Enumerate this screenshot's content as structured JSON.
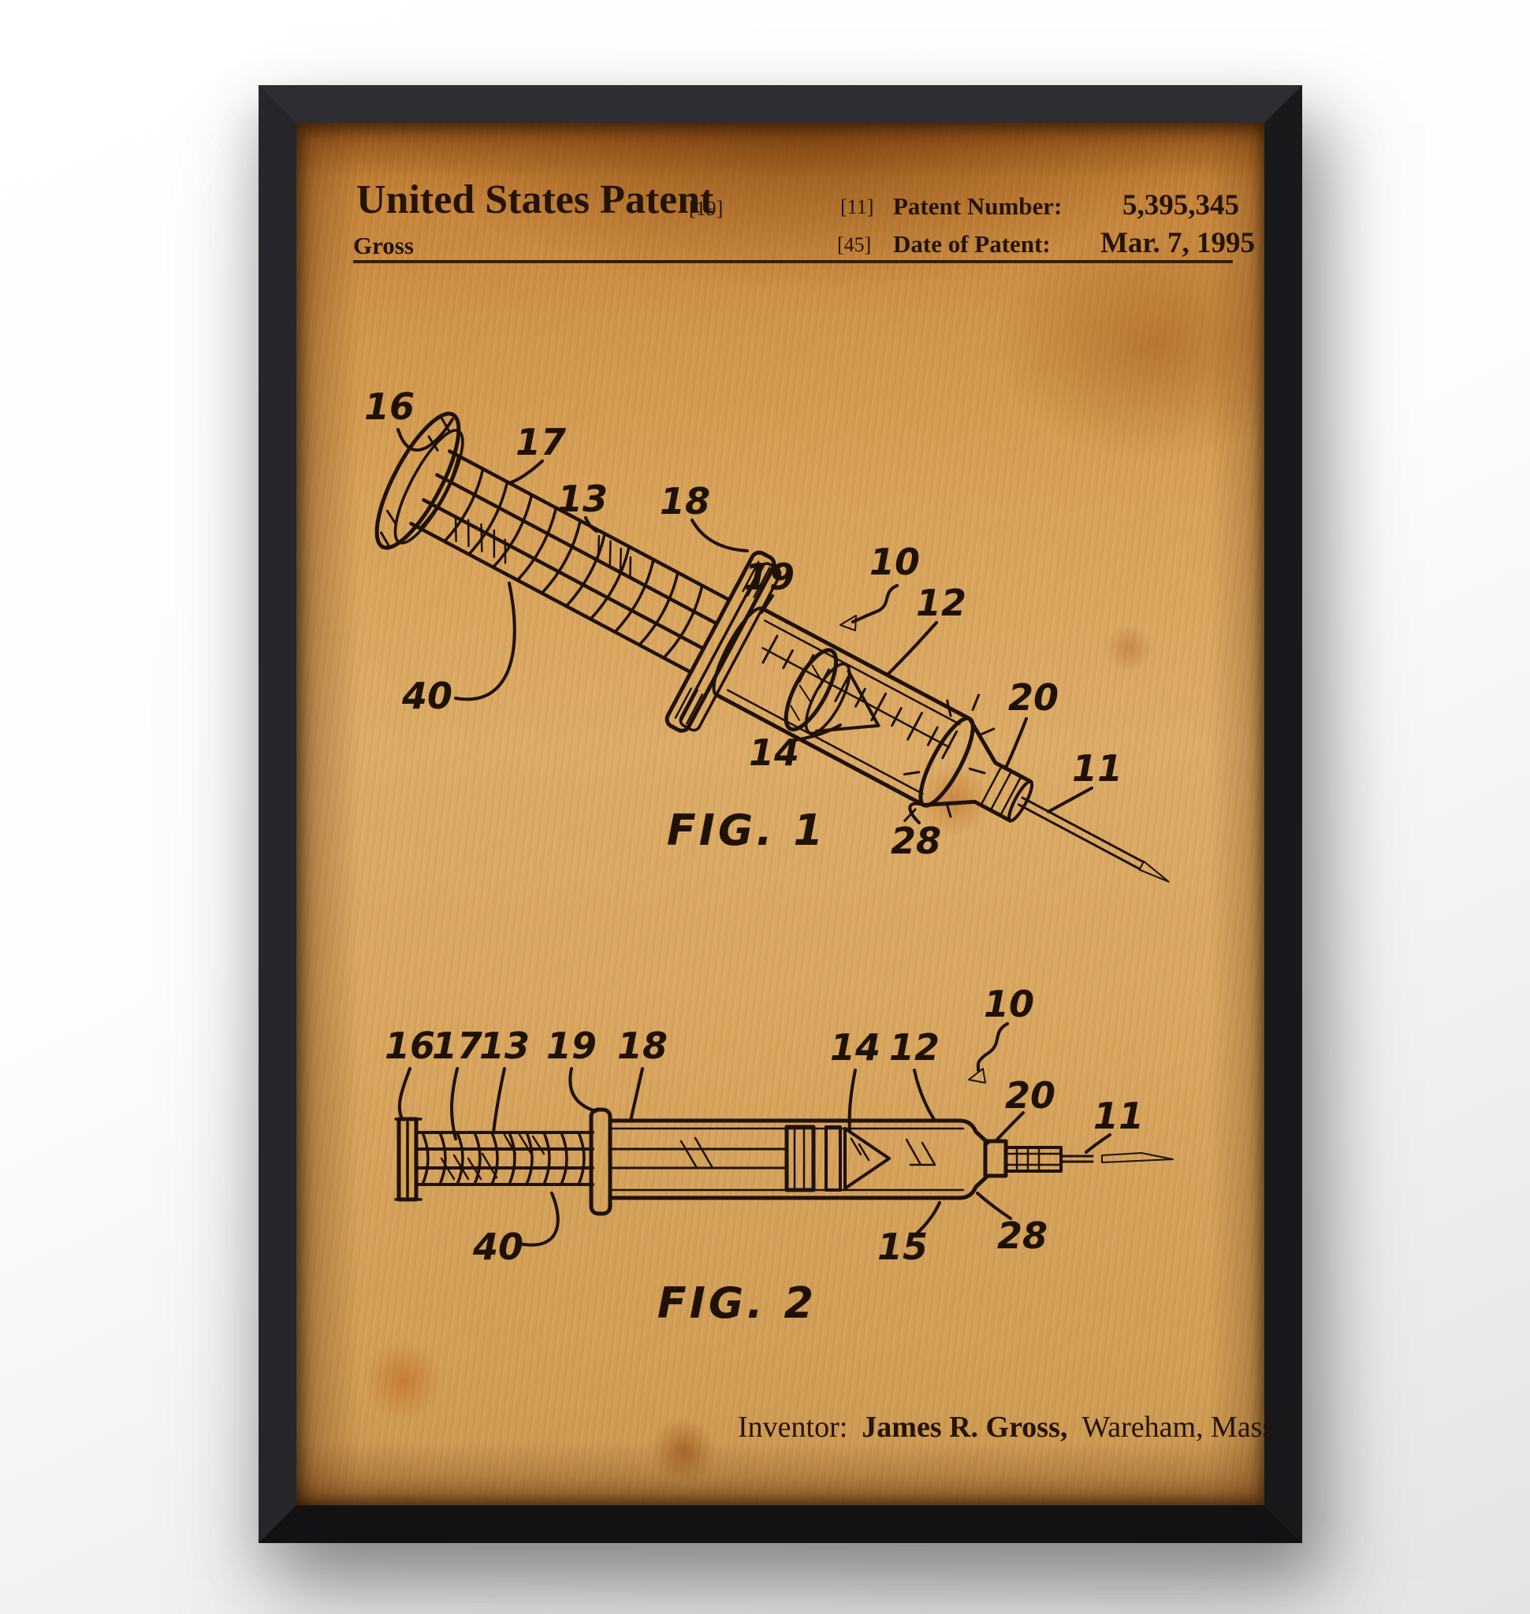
{
  "header": {
    "title": "United States Patent",
    "title_bracket": "[19]",
    "applicant": "Gross",
    "number_bracket": "[11]",
    "number_label": "Patent Number:",
    "number_value": "5,395,345",
    "date_bracket": "[45]",
    "date_label": "Date of Patent:",
    "date_value": "Mar. 7, 1995"
  },
  "fig1": {
    "label": "FIG. 1",
    "callouts": [
      {
        "label": "16"
      },
      {
        "label": "17"
      },
      {
        "label": "13"
      },
      {
        "label": "18"
      },
      {
        "label": "19"
      },
      {
        "label": "10"
      },
      {
        "label": "40"
      },
      {
        "label": "12"
      },
      {
        "label": "14"
      },
      {
        "label": "20"
      },
      {
        "label": "11"
      },
      {
        "label": "28"
      }
    ]
  },
  "fig2": {
    "label": "FIG. 2",
    "callouts": [
      {
        "label": "16"
      },
      {
        "label": "17"
      },
      {
        "label": "13"
      },
      {
        "label": "19"
      },
      {
        "label": "18"
      },
      {
        "label": "14"
      },
      {
        "label": "12"
      },
      {
        "label": "10"
      },
      {
        "label": "20"
      },
      {
        "label": "11"
      },
      {
        "label": "40"
      },
      {
        "label": "15"
      },
      {
        "label": "28"
      }
    ]
  },
  "footer": {
    "inventor_label": "Inventor:",
    "inventor_name": "James R. Gross,",
    "inventor_location": "Wareham, Mass."
  },
  "colors": {
    "ink": "#1e1106",
    "paper": "#d29c52",
    "frame": "#1b1b1e"
  }
}
